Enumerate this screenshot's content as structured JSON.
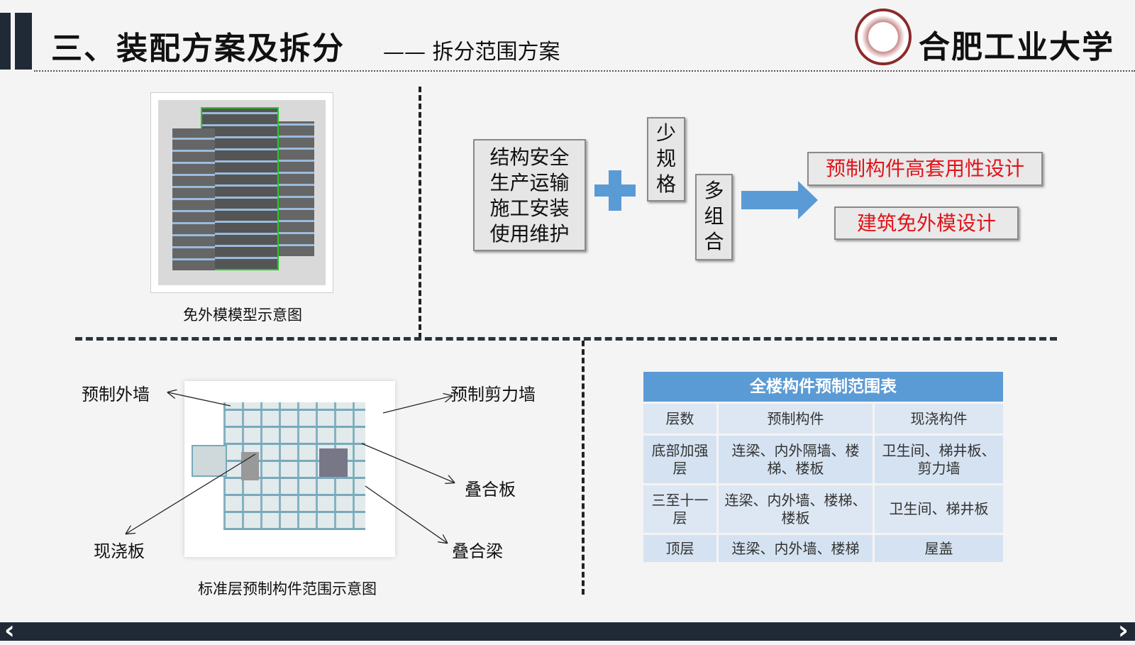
{
  "header": {
    "title": "三、装配方案及拆分",
    "dash": "——",
    "subtitle": "拆分范围方案",
    "university": "合肥工业大学"
  },
  "top_left": {
    "caption": "免外模模型示意图"
  },
  "concept": {
    "requirements": [
      "结构安全",
      "生产运输",
      "施工安装",
      "使用维护"
    ],
    "plus": "+",
    "few_specs": [
      "少",
      "规",
      "格"
    ],
    "multi_combo": [
      "多",
      "组",
      "合"
    ],
    "results": [
      "预制构件高套用性设计",
      "建筑免外模设计"
    ]
  },
  "floor_plan": {
    "caption": "标准层预制构件范围示意图",
    "labels": {
      "ext_wall": "预制外墙",
      "shear_wall": "预制剪力墙",
      "composite_slab": "叠合板",
      "cast_slab": "现浇板",
      "composite_beam": "叠合梁"
    }
  },
  "table": {
    "title": "全楼构件预制范围表",
    "headers": [
      "层数",
      "预制构件",
      "现浇构件"
    ],
    "rows": [
      [
        "底部加强层",
        "连梁、内外隔墙、楼梯、楼板",
        "卫生间、梯井板、剪力墙"
      ],
      [
        "三至十一层",
        "连梁、内外墙、楼梯、楼板",
        "卫生间、梯井板"
      ],
      [
        "顶层",
        "连梁、内外墙、楼梯",
        "屋盖"
      ]
    ]
  },
  "nav": {
    "prev": "‹",
    "next": "›"
  },
  "colors": {
    "accent_blue": "#5b9bd5",
    "red": "#e0141a",
    "dark": "#1f2a36"
  }
}
